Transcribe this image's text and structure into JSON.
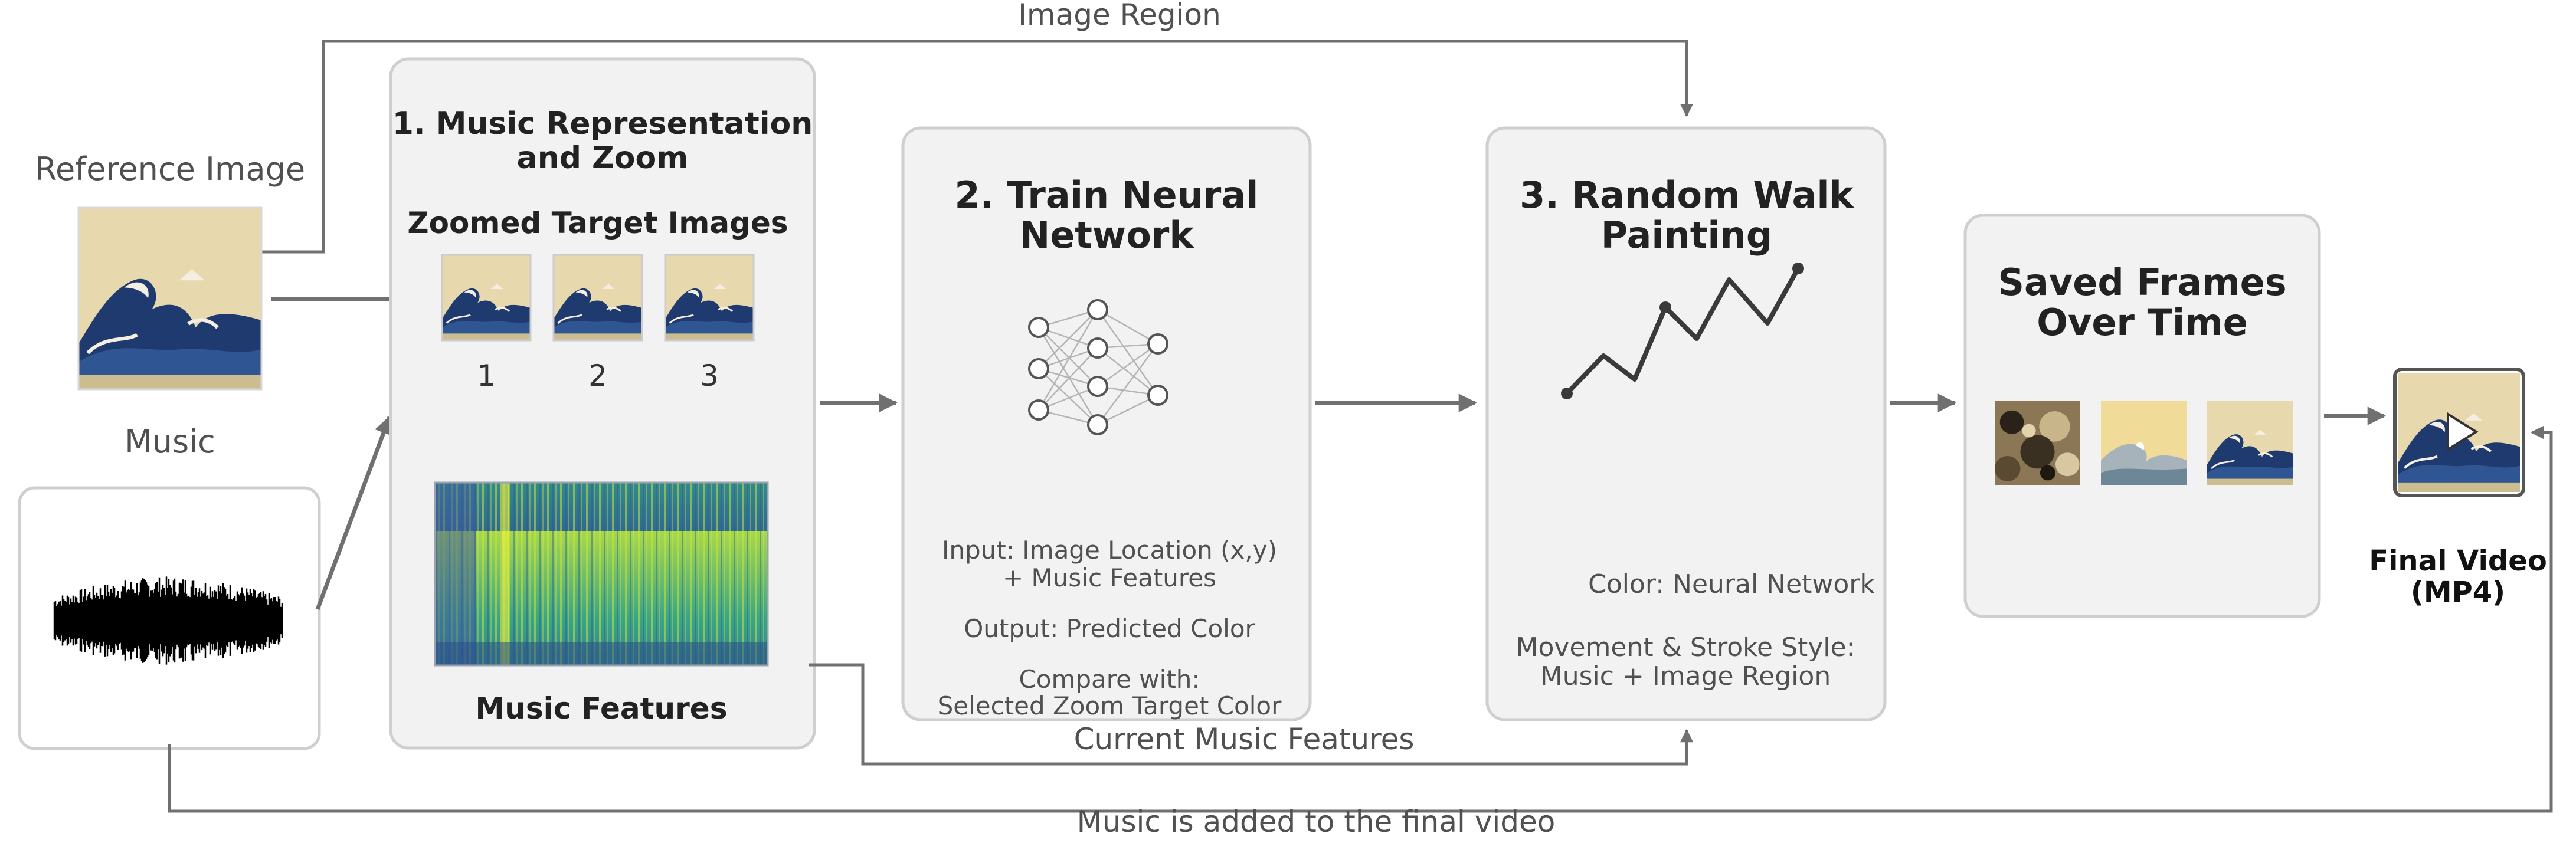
{
  "labels": {
    "image_region": "Image Region",
    "reference_image": "Reference Image",
    "music": "Music",
    "current_music_features": "Current Music Features",
    "music_added": "Music is added to the final video"
  },
  "stage1": {
    "title_line1": "1. Music Representation",
    "title_line2": "and Zoom",
    "zoomed_title": "Zoomed Target Images",
    "zoom_labels": [
      "1",
      "2",
      "3"
    ],
    "features_title": "Music Features"
  },
  "stage2": {
    "title_line1": "2. Train Neural",
    "title_line2": "Network",
    "input_line1": "Input: Image Location (x,y)",
    "input_line2": "+ Music Features",
    "output": "Output: Predicted Color",
    "compare_line1": "Compare with:",
    "compare_line2": "Selected Zoom Target Color"
  },
  "stage3": {
    "title_line1": "3. Random Walk",
    "title_line2": "Painting",
    "color": "Color: Neural Network",
    "movement_line1": "Movement & Stroke Style:",
    "movement_line2": "Music + Image Region"
  },
  "stage4": {
    "title_line1": "Saved Frames",
    "title_line2": "Over Time"
  },
  "final": {
    "line1": "Final Video",
    "line2": "(MP4)"
  },
  "colors": {
    "box_fill": "#f2f2f2",
    "box_stroke": "#cfcfcf",
    "arrow": "#707070",
    "sky": "#e8d9b0",
    "wave_dark": "#1f3a6e",
    "spectrogram_bg": "#2b6f8f",
    "spectrogram_high": "#b9de3a"
  }
}
